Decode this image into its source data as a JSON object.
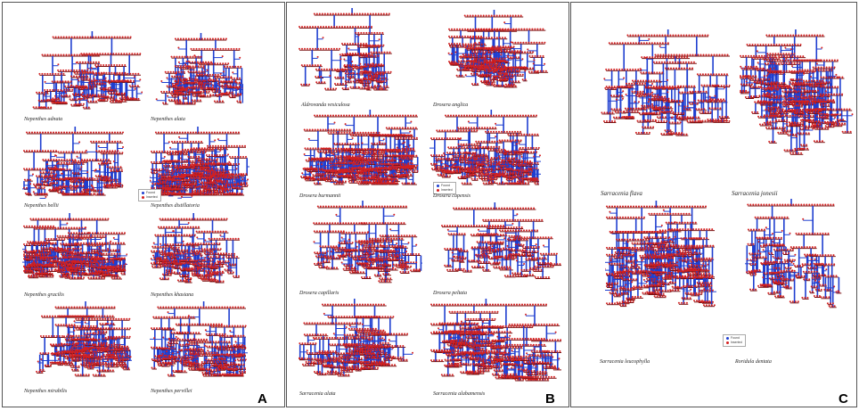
{
  "colors": {
    "branch": "#1f3fd0",
    "link": "#7a1010",
    "node": "#d42020",
    "edge": "#333333"
  },
  "panels": [
    {
      "letter": "A",
      "legend": {
        "items": [
          "Found",
          "Inserted"
        ]
      },
      "species": [
        "Nepenthes adnata",
        "Nepenthes alata",
        "Nepenthes bellii",
        "Nepenthes distillatoria",
        "Nepenthes gracilis",
        "Nepenthes khasiana",
        "Nepenthes mirabilis",
        "Nepenthes pervillei"
      ]
    },
    {
      "letter": "B",
      "legend": {
        "items": [
          "Found",
          "Inserted"
        ]
      },
      "species": [
        "Aldrovanda vesiculosa",
        "Drosera anglica",
        "Drosera burmannii",
        "Drosera capensis",
        "Drosera capillaris",
        "Drosera peltata",
        "Sarracenia alata",
        "Sarracenia alabamensis"
      ]
    },
    {
      "letter": "C",
      "legend": {
        "items": [
          "Found",
          "Inserted"
        ]
      },
      "species": [
        "Sarracenia flava",
        "Sarracenia jonesii",
        "Sarracenia leucophylla",
        "Roridula dentata"
      ]
    }
  ]
}
